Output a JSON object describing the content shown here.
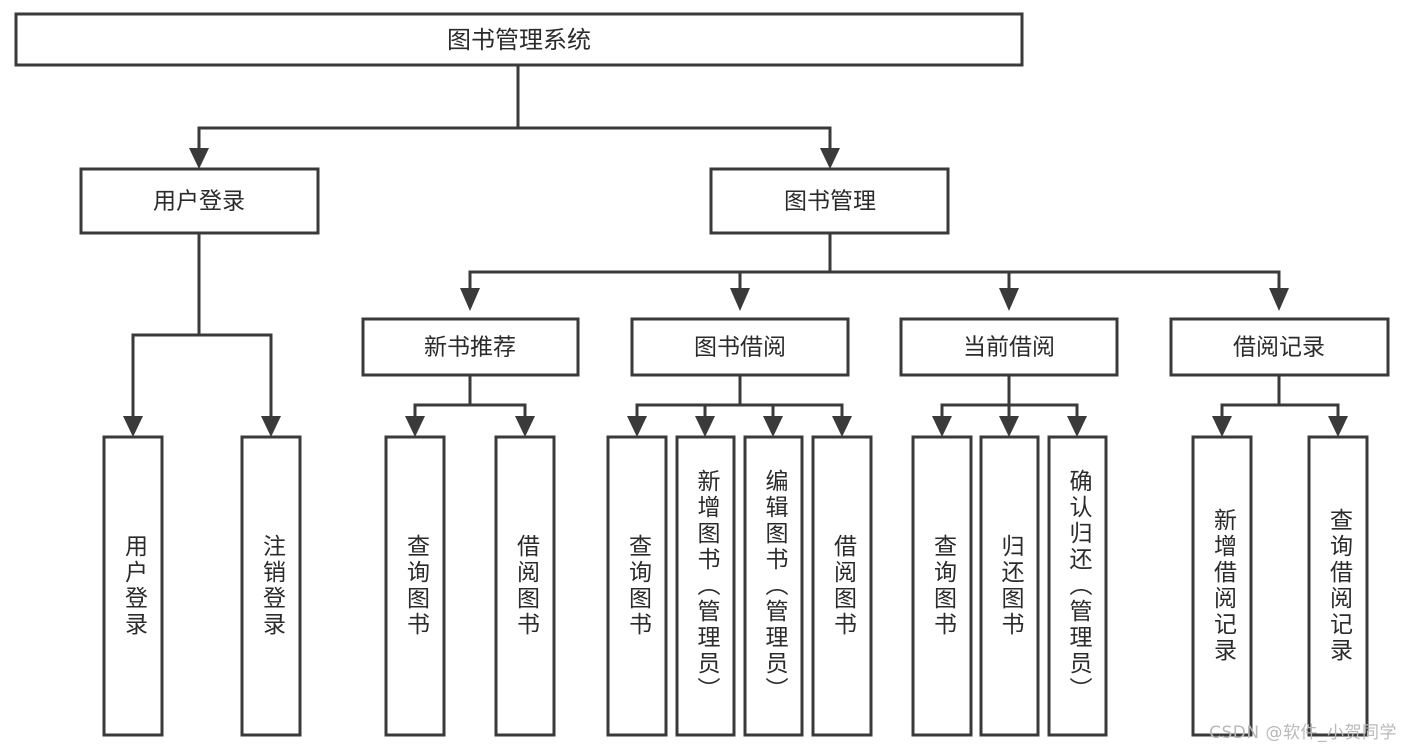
{
  "diagram": {
    "title": "图书管理系统",
    "type": "tree-hierarchy",
    "watermark": "CSDN @软件_小贺同学",
    "colors": {
      "background": "#ffffff",
      "box_fill": "#ffffff",
      "stroke": "#3a3a3a",
      "text": "#2b2b2b",
      "watermark": "#b9b9b9"
    },
    "root": {
      "label": "图书管理系统",
      "orientation": "horizontal"
    },
    "level2": [
      {
        "label": "用户登录",
        "orientation": "horizontal"
      },
      {
        "label": "图书管理",
        "orientation": "horizontal"
      }
    ],
    "level3": [
      {
        "label": "新书推荐",
        "orientation": "horizontal"
      },
      {
        "label": "图书借阅",
        "orientation": "horizontal"
      },
      {
        "label": "当前借阅",
        "orientation": "horizontal"
      },
      {
        "label": "借阅记录",
        "orientation": "horizontal"
      }
    ],
    "leaves": {
      "user_login": [
        {
          "label": "用户登录",
          "orientation": "vertical"
        },
        {
          "label": "注销登录",
          "orientation": "vertical"
        }
      ],
      "new_book_recommend": [
        {
          "label": "查询图书",
          "orientation": "vertical"
        },
        {
          "label": "借阅图书",
          "orientation": "vertical"
        }
      ],
      "book_borrow": [
        {
          "label": "查询图书",
          "orientation": "vertical"
        },
        {
          "label": "新增图书（管理员）",
          "orientation": "vertical"
        },
        {
          "label": "编辑图书（管理员）",
          "orientation": "vertical"
        },
        {
          "label": "借阅图书",
          "orientation": "vertical"
        }
      ],
      "current_borrow": [
        {
          "label": "查询图书",
          "orientation": "vertical"
        },
        {
          "label": "归还图书",
          "orientation": "vertical"
        },
        {
          "label": "确认归还（管理员）",
          "orientation": "vertical"
        }
      ],
      "borrow_record": [
        {
          "label": "新增借阅记录",
          "orientation": "vertical"
        },
        {
          "label": "查询借阅记录",
          "orientation": "vertical"
        }
      ]
    }
  }
}
